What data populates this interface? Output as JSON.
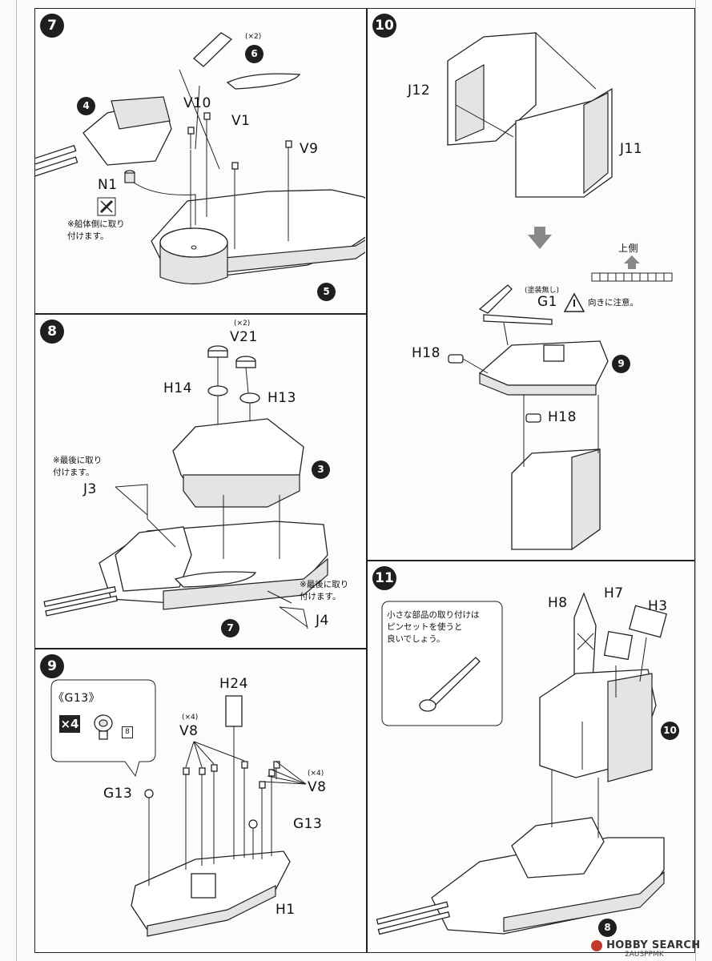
{
  "steps": {
    "s7": {
      "number": "7",
      "parts": {
        "p4": "4",
        "p6_qty": "(×2)",
        "p6": "6",
        "v10": "V10",
        "v1": "V1",
        "v9": "V9",
        "n1": "N1",
        "p5": "5"
      },
      "note": "※船体側に取り\n付けます。"
    },
    "s8": {
      "number": "8",
      "parts": {
        "v21_qty": "(×2)",
        "v21": "V21",
        "h14": "H14",
        "h13": "H13",
        "p3": "3",
        "j3": "J3",
        "j4": "J4",
        "p7": "7"
      },
      "note_left": "※最後に取り\n付けます。",
      "note_right": "※最後に取り\n付けます。"
    },
    "s9": {
      "number": "9",
      "bubble_title": "《G13》",
      "bubble_qty": "×4",
      "bubble_part": "8",
      "parts": {
        "h24": "H24",
        "v8_left_qty": "(×4)",
        "v8_left": "V8",
        "v8_right_qty": "(×4)",
        "v8_right": "V8",
        "g13_left": "G13",
        "g13_right": "G13",
        "h1": "H1"
      }
    },
    "s10": {
      "number": "10",
      "parts": {
        "j12": "J12",
        "j11": "J11",
        "g1_note": "(塗装無し)",
        "g1": "G1",
        "h18_top": "H18",
        "h18_bottom": "H18",
        "p9": "9"
      },
      "orientation_label": "上側",
      "caution": "向きに注意。"
    },
    "s11": {
      "number": "11",
      "parts": {
        "h8": "H8",
        "h7": "H7",
        "h3": "H3",
        "p10": "10",
        "p8": "8"
      },
      "tip": "小さな部品の取り付けは\nピンセットを使うと\n良いでしょう。"
    }
  },
  "footer": {
    "brand": "HOBBY SEARCH",
    "code": "2AU3PPMK"
  }
}
